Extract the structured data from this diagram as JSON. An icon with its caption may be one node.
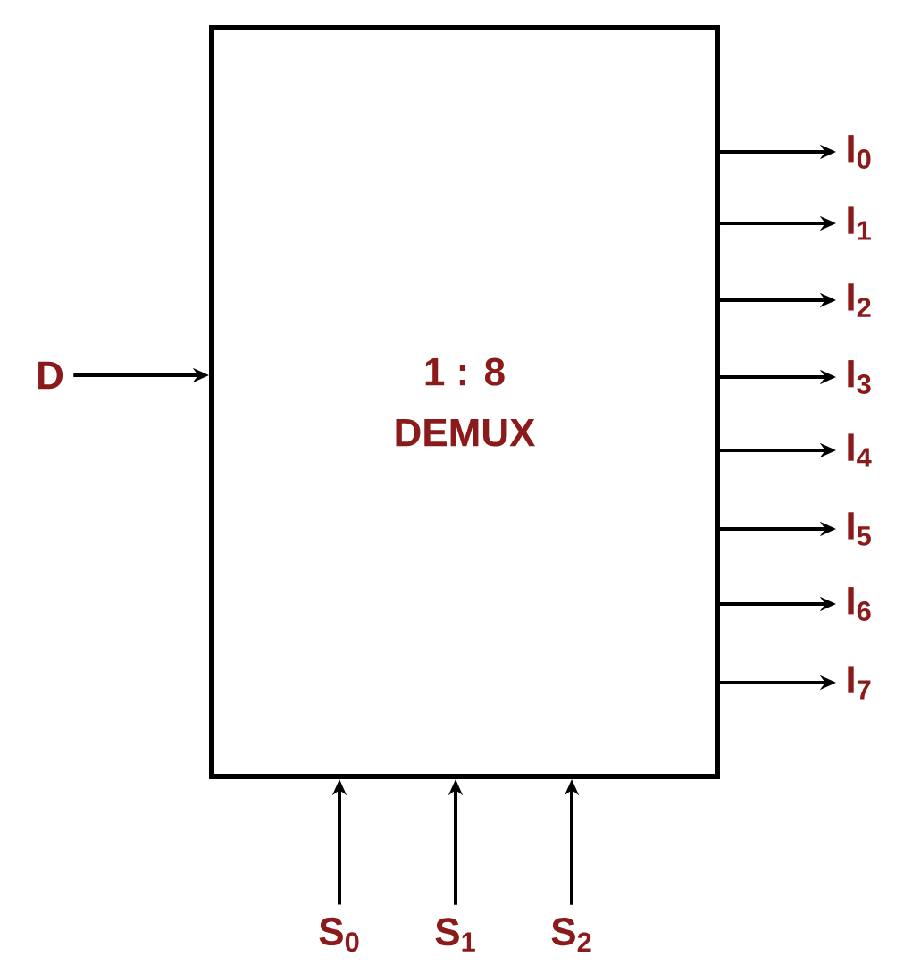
{
  "diagram": {
    "nodes": [
      {
        "text": [
          "1 : 8",
          "DEMUX"
        ]
      },
      {
        "text": [
          "D"
        ]
      },
      {
        "text": [
          "I$_{0}$"
        ]
      },
      {
        "text": [
          "I$_{1}$"
        ]
      },
      {
        "text": [
          "I$_{2}$"
        ]
      },
      {
        "text": [
          "I$_{3}$"
        ]
      },
      {
        "text": [
          "I$_{4}$"
        ]
      },
      {
        "text": [
          "I$_{5}$"
        ]
      },
      {
        "text": [
          "I$_{6}$"
        ]
      },
      {
        "text": [
          "I$_{7}$"
        ]
      },
      {
        "text": [
          "S$_{0}$"
        ]
      },
      {
        "text": [
          "S$_{1}$"
        ]
      },
      {
        "text": [
          "S$_{2}$"
        ]
      }
    ],
    "edges": [
      {
        "from": 1,
        "to": 0,
        "arrow": "to"
      },
      {
        "from": 0,
        "to": 2,
        "arrow": "to"
      },
      {
        "from": 0,
        "to": 3,
        "arrow": "to"
      },
      {
        "from": 0,
        "to": 4,
        "arrow": "to"
      },
      {
        "from": 0,
        "to": 5,
        "arrow": "to"
      },
      {
        "from": 0,
        "to": 6,
        "arrow": "to"
      },
      {
        "from": 0,
        "to": 7,
        "arrow": "to"
      },
      {
        "from": 0,
        "to": 8,
        "arrow": "to"
      },
      {
        "from": 0,
        "to": 9,
        "arrow": "to"
      },
      {
        "from": 10,
        "to": 0,
        "arrow": "to"
      },
      {
        "from": 11,
        "to": 0,
        "arrow": "to"
      },
      {
        "from": 12,
        "to": 0,
        "arrow": "to"
      }
    ]
  }
}
